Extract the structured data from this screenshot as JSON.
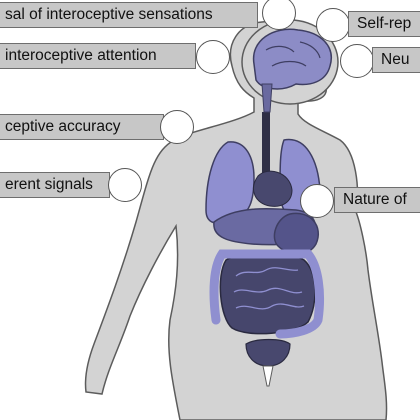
{
  "labels": {
    "appraisal": "sal of interoceptive sensations",
    "attention": "interoceptive attention",
    "accuracy": "ceptive accuracy",
    "afferent": "erent signals",
    "self_rep": "Self-rep",
    "neural": "Neu",
    "nature": "Nature of"
  },
  "colors": {
    "body_fill": "#d3d3d3",
    "body_stroke": "#5c5c5c",
    "brain": "#8c8cc6",
    "organ_light": "#8f8fd0",
    "organ_dark": "#48486e",
    "label_bg": "#c7c7c7"
  }
}
